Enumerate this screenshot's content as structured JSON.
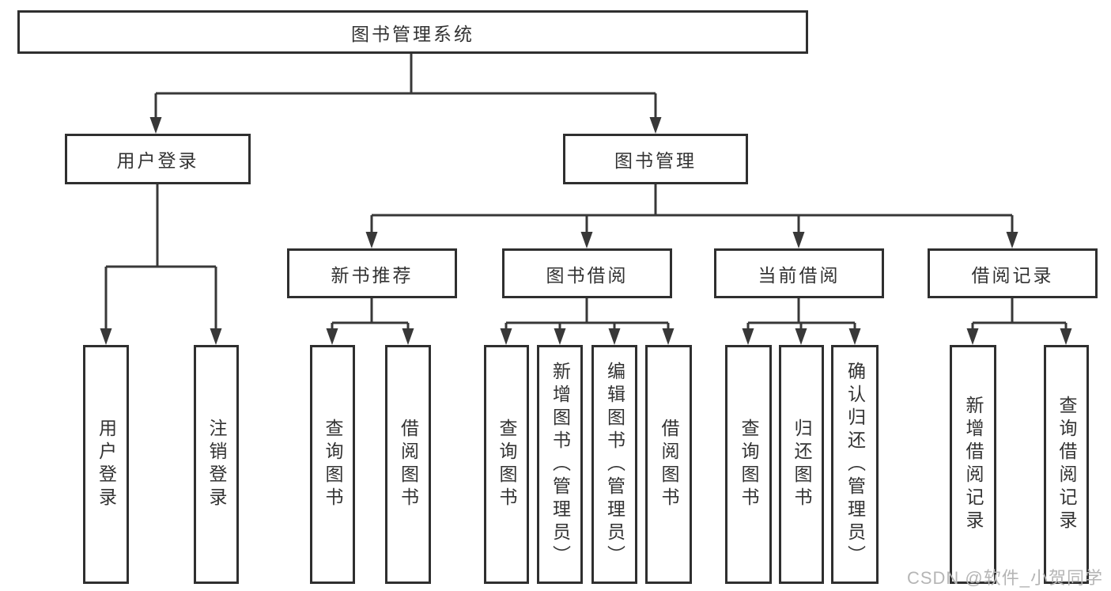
{
  "diagram": {
    "watermark": "CSDN @软件_小贺同学",
    "colors": {
      "line": "#383838",
      "box_border": "#2f2f2f",
      "box_fill": "#ffffff",
      "text": "#333333",
      "watermark": "#b5b5b5"
    },
    "root": {
      "label": "图书管理系统",
      "children": [
        {
          "label": "用户登录",
          "children": [
            {
              "label": "用户登录"
            },
            {
              "label": "注销登录"
            }
          ]
        },
        {
          "label": "图书管理",
          "children": [
            {
              "label": "新书推荐",
              "children": [
                {
                  "label": "查询图书"
                },
                {
                  "label": "借阅图书"
                }
              ]
            },
            {
              "label": "图书借阅",
              "children": [
                {
                  "label": "查询图书"
                },
                {
                  "label": "新增图书（管理员）"
                },
                {
                  "label": "编辑图书（管理员）"
                },
                {
                  "label": "借阅图书"
                }
              ]
            },
            {
              "label": "当前借阅",
              "children": [
                {
                  "label": "查询图书"
                },
                {
                  "label": "归还图书"
                },
                {
                  "label": "确认归还（管理员）"
                }
              ]
            },
            {
              "label": "借阅记录",
              "children": [
                {
                  "label": "新增借阅记录"
                },
                {
                  "label": "查询借阅记录"
                }
              ]
            }
          ]
        }
      ]
    }
  }
}
